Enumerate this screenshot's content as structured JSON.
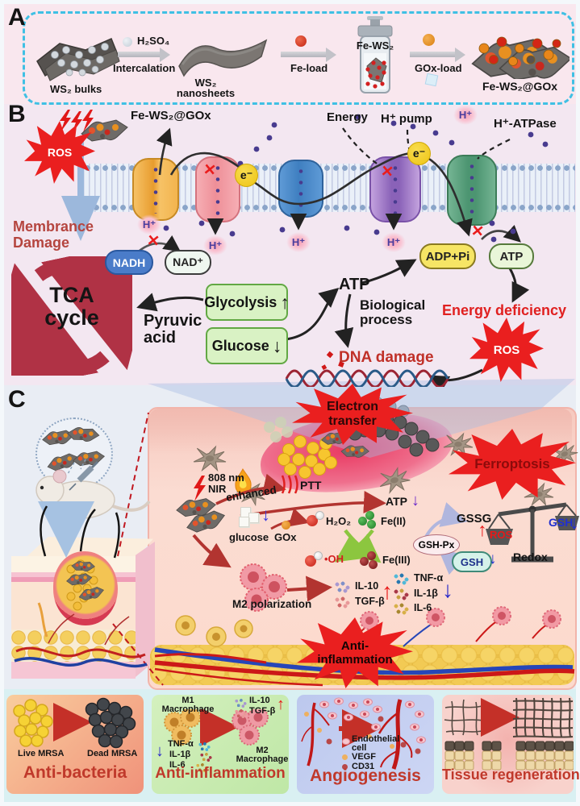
{
  "panelA": {
    "label": "A",
    "ws2_bulks": "WS₂ bulks",
    "h2so4": "H₂SO₄",
    "intercalation": "Intercalation",
    "ws2_nano_1": "WS₂",
    "ws2_nano_2": "nanosheets",
    "fe_load": "Fe-load",
    "fe_ws2": "Fe-WS₂",
    "gox_load": "GOx-load",
    "fe_ws2_gox": "Fe-WS₂@GOx"
  },
  "panelB": {
    "label": "B",
    "fe_ws2_gox": "Fe-WS₂@GOx",
    "ros": "ROS",
    "membrane_damage_1": "Membrance",
    "membrane_damage_2": "Damage",
    "energy": "Energy",
    "h_pump": "H⁺ pump",
    "h_plus": "H⁺",
    "h_atpase": "H⁺-ATPase",
    "e_minus": "e⁻",
    "nadh": "NADH",
    "nad_plus": "NAD⁺",
    "tca_1": "TCA",
    "tca_2": "cycle",
    "pyruvic_1": "Pyruvic",
    "pyruvic_2": "acid",
    "glycolysis": "Glycolysis",
    "glucose": "Glucose",
    "atp": "ATP",
    "adp_pi": "ADP+Pi",
    "atp_pill": "ATP",
    "biological_1": "Biological",
    "biological_2": "process",
    "dna_damage": "DNA damage",
    "energy_deficiency": "Energy deficiency",
    "ros_2": "ROS"
  },
  "panelC": {
    "label": "C",
    "electron_1": "Electron",
    "electron_2": "transfer",
    "ferroptosis": "Ferroptosis",
    "nir_1": "808 nm",
    "nir_2": "NIR",
    "enhanced": "enhanced",
    "ptt": "PTT",
    "atp": "ATP",
    "glucose": "glucose",
    "gox": "GOx",
    "h2o2": "H₂O₂",
    "fe_ii": "Fe(II)",
    "oh": "•OH",
    "fe_iii": "Fe(III)",
    "gsh_px": "GSH-Px",
    "gssg": "GSSG",
    "gsh_pill": "GSH",
    "ros": "ROS",
    "gsh": "GSH",
    "redox": "Redox",
    "m2_polarization": "M2 polarization",
    "il_10": "IL-10",
    "tgf_b": "TGF-β",
    "tnf_a": "TNF-α",
    "il_1b": "IL-1β",
    "il_6": "IL-6",
    "anti_1": "Anti-",
    "anti_2": "inflammation"
  },
  "outcomes": {
    "bacteria": {
      "live": "Live MRSA",
      "dead": "Dead MRSA",
      "title": "Anti-bacteria"
    },
    "inflammation": {
      "m1_1": "M1",
      "m1_2": "Macrophage",
      "m2_1": "M2",
      "m2_2": "Macrophage",
      "tnf_a": "TNF-α",
      "il_1b": "IL-1β",
      "il_6": "IL-6",
      "il_10": "IL-10",
      "tgf_b": "TGF-β",
      "title": "Anti-inflammation"
    },
    "angiogenesis": {
      "endothelial_1": "Endothelial",
      "endothelial_2": "cell",
      "vegf": "VEGF",
      "cd31": "CD31",
      "title": "Angiogenesis"
    },
    "tissue": {
      "title": "Tissue regeneration"
    }
  },
  "glyphs": {
    "up": "↑",
    "down": "↓",
    "cross": "✕"
  },
  "colors": {
    "accent_red": "#e81c1c",
    "dark_red": "#b03245",
    "title_red": "#c0392b",
    "membrane_blue": "#8aa5c9",
    "green_box_border": "#62a844",
    "cyan_dash": "#3fc0e4"
  }
}
